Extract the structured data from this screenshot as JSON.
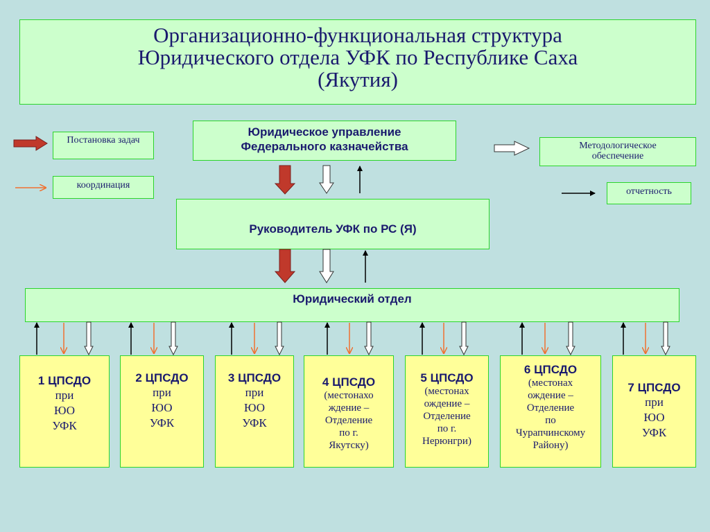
{
  "title": {
    "line1": "Организационно-функциональная структура",
    "line2": "Юридического отдела УФК по Республике Саха",
    "line3": "(Якутия)"
  },
  "legend": {
    "tasks": "Постановка задач",
    "coordination": "координация",
    "methodology": "Методологическое обеспечение",
    "reporting": "отчетность"
  },
  "top_box": {
    "line1": "Юридическое управление",
    "line2": "Федерального казначейства"
  },
  "head_box": "Руководитель УФК по РС (Я)",
  "dept_box": "Юридический отдел",
  "units": [
    {
      "title": "1 ЦПСДО",
      "lines": [
        "при",
        "ЮО",
        "УФК"
      ]
    },
    {
      "title": "2 ЦПСДО",
      "lines": [
        "при",
        "ЮО",
        "УФК"
      ]
    },
    {
      "title": "3 ЦПСДО",
      "lines": [
        "при",
        "ЮО",
        "УФК"
      ]
    },
    {
      "title": "4 ЦПСДО",
      "lines": [
        "(местонахо",
        "ждение –",
        "Отделение",
        "по г.",
        "Якутску)"
      ]
    },
    {
      "title": "5 ЦПСДО",
      "lines": [
        "(местонах",
        "ождение –",
        "Отделение",
        "по г.",
        "Нерюнгри)"
      ]
    },
    {
      "title": "6 ЦПСДО",
      "lines": [
        "(местонах",
        "ождение –",
        "Отделение",
        "по",
        "Чурапчинскому",
        "Району)"
      ]
    },
    {
      "title": "7 ЦПСДО",
      "lines": [
        "при",
        "ЮО",
        "УФК"
      ]
    }
  ],
  "colors": {
    "background": "#bfe0e0",
    "green_box": "#ccffcc",
    "yellow_box": "#ffff99",
    "border": "#2bd42b",
    "text": "#1a1a6e",
    "red_arrow": "#c0392b",
    "orange_arrow": "#f07030"
  },
  "icons": {
    "tasks": "red-block-arrow-icon",
    "coordination": "orange-arrow-icon",
    "methodology": "hollow-arrow-icon",
    "reporting": "black-arrow-icon"
  }
}
